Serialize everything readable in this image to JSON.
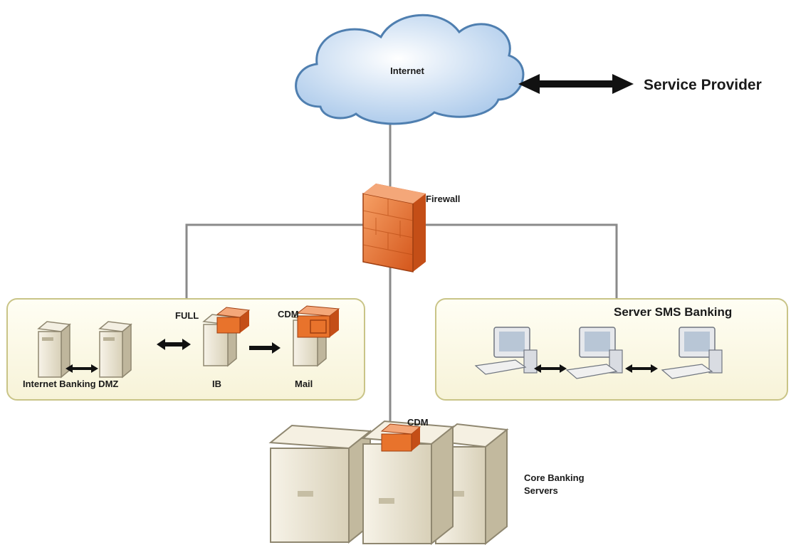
{
  "labels": {
    "internet": "Internet",
    "service_provider": "Service Provider",
    "firewall": "Firewall",
    "full": "FULL",
    "cdm_mail": "CDM",
    "internet_banking_dmz": "Internet Banking DMZ",
    "ib": "IB",
    "mail": "Mail",
    "server_sms_banking": "Server SMS Banking",
    "cdm_core": "CDM",
    "core_banking_line1": "Core Banking",
    "core_banking_line2": "Servers"
  },
  "colors": {
    "cloud_fill": "#c9ddf2",
    "firewall": "#e8732c",
    "panel_fill": "#fdfbe6",
    "panel_border": "#c9c487",
    "server_body": "#ece6d4",
    "line": "#7a7a7a"
  }
}
